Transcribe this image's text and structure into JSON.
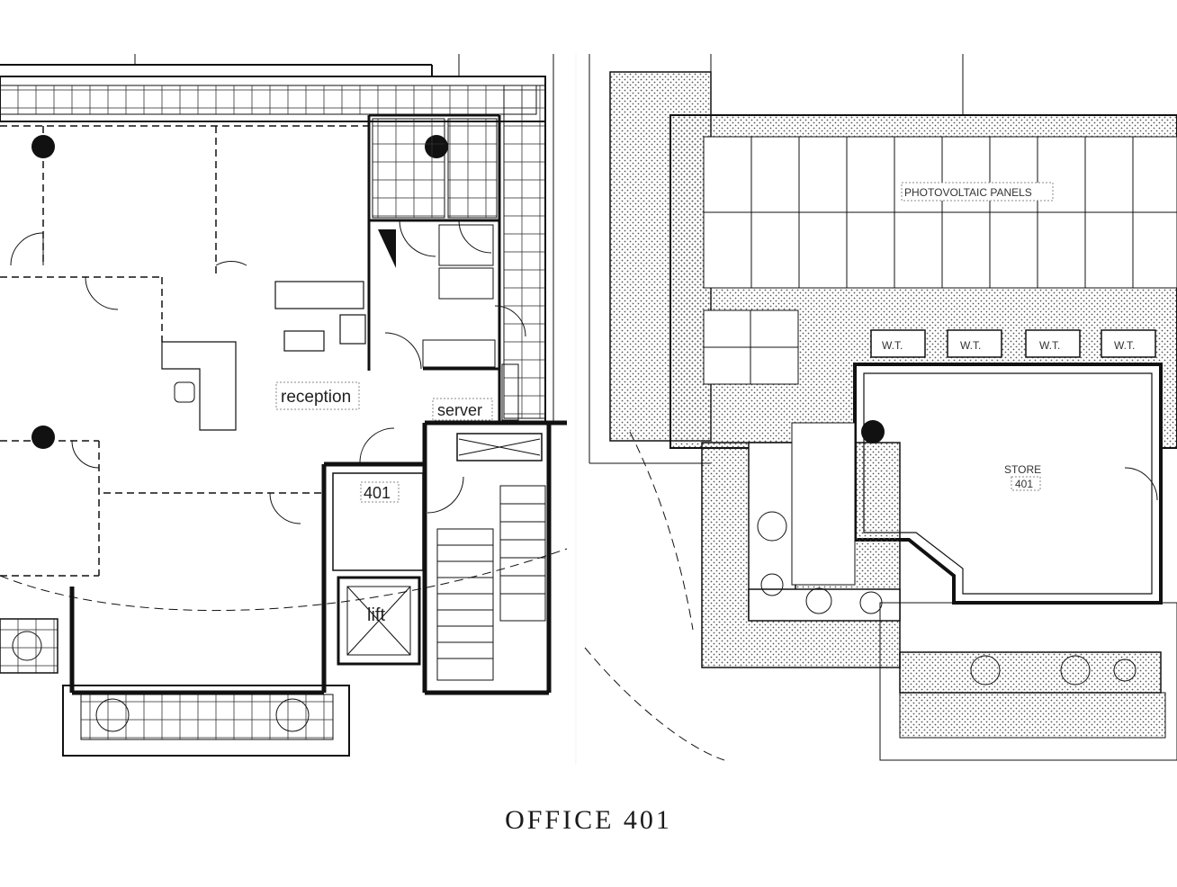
{
  "plan": {
    "left": {
      "labels": {
        "reception": "reception",
        "server": "server",
        "unit": "401",
        "lift": "lift"
      }
    },
    "right": {
      "labels": {
        "pv": "PHOTOVOLTAIC PANELS",
        "wt": [
          "W.T.",
          "W.T.",
          "W.T.",
          "W.T."
        ],
        "store": "STORE",
        "unit": "401"
      }
    }
  },
  "caption": "OFFICE 401"
}
